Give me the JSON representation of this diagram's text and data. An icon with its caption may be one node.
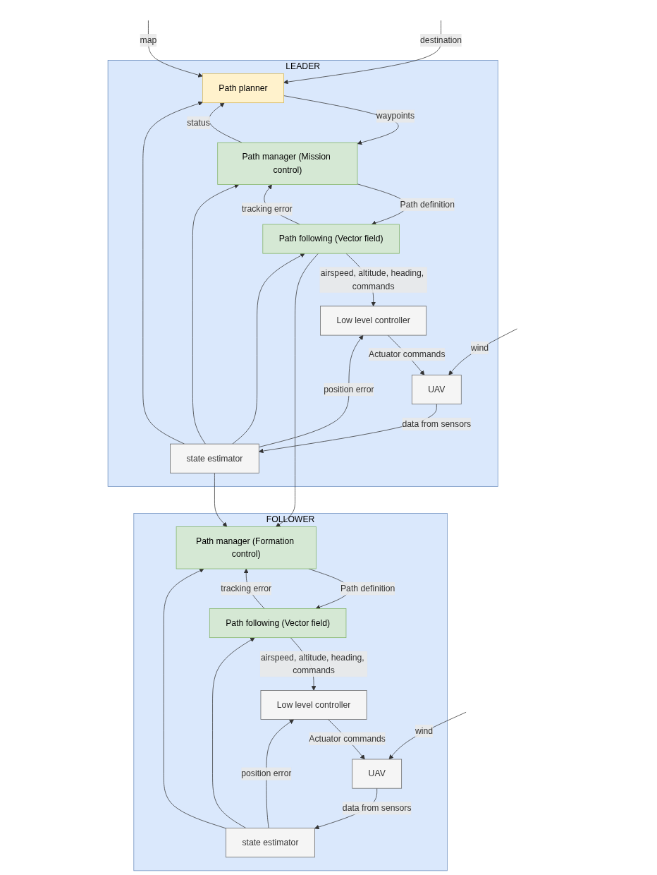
{
  "diagram": {
    "nodes": [
      {
        "text": [
          "LEADER"
        ]
      },
      {
        "text": [
          "Path planner"
        ],
        "in": 0
      },
      {
        "text": [
          "Path manager (Mission control)"
        ],
        "in": 0
      },
      {
        "text": [
          "Path following (Vector field)"
        ],
        "in": 0
      },
      {
        "text": [
          "Low level controller"
        ],
        "in": 0
      },
      {
        "text": [
          "UAV"
        ],
        "in": 0
      },
      {
        "text": [
          "state estimator"
        ],
        "in": 0
      },
      {
        "text": [
          "FOLLOWER"
        ]
      },
      {
        "text": [
          "Path manager (Formation control)"
        ],
        "in": 7
      },
      {
        "text": [
          "Path following (Vector field)"
        ],
        "in": 7
      },
      {
        "text": [
          "Low level controller"
        ],
        "in": 7
      },
      {
        "text": [
          "UAV"
        ],
        "in": 7
      },
      {
        "text": [
          "state estimator"
        ],
        "in": 7
      }
    ],
    "edges": [
      {
        "from": null,
        "to": 1,
        "arrow": "to",
        "label": "destination"
      },
      {
        "from": null,
        "to": 1,
        "arrow": "to",
        "label": "map"
      },
      {
        "from": 1,
        "to": 2,
        "arrow": "to",
        "label": "waypoints"
      },
      {
        "from": 2,
        "to": 1,
        "arrow": "to",
        "label": "status"
      },
      {
        "from": 2,
        "to": 3,
        "arrow": "to",
        "label": "Path definition"
      },
      {
        "from": 3,
        "to": 2,
        "arrow": "to",
        "label": "tracking error"
      },
      {
        "from": 3,
        "to": 4,
        "arrow": "to",
        "label": "airspeed, altitude, heading, commands"
      },
      {
        "from": 3,
        "to": 8,
        "arrow": "to"
      },
      {
        "from": 4,
        "to": 5,
        "arrow": "to",
        "label": "Actuator commands"
      },
      {
        "from": null,
        "to": 5,
        "arrow": "to",
        "label": "wind"
      },
      {
        "from": 5,
        "to": 6,
        "arrow": "to",
        "label": "data from sensors"
      },
      {
        "from": 6,
        "to": 1,
        "arrow": "to"
      },
      {
        "from": 6,
        "to": 2,
        "arrow": "to"
      },
      {
        "from": 6,
        "to": 3,
        "arrow": "to"
      },
      {
        "from": 6,
        "to": 4,
        "arrow": "to",
        "label": "position error"
      },
      {
        "from": 6,
        "to": 8,
        "arrow": "to"
      },
      {
        "from": 8,
        "to": 9,
        "arrow": "to",
        "label": "Path definition"
      },
      {
        "from": 9,
        "to": 8,
        "arrow": "to",
        "label": "tracking error"
      },
      {
        "from": 9,
        "to": 10,
        "arrow": "to",
        "label": "airspeed, altitude, heading, commands"
      },
      {
        "from": 10,
        "to": 11,
        "arrow": "to",
        "label": "Actuator commands"
      },
      {
        "from": null,
        "to": 11,
        "arrow": "to",
        "label": "wind"
      },
      {
        "from": 11,
        "to": 12,
        "arrow": "to",
        "label": "data from sensors"
      },
      {
        "from": 12,
        "to": 8,
        "arrow": "to"
      },
      {
        "from": 12,
        "to": 9,
        "arrow": "to"
      },
      {
        "from": 12,
        "to": 10,
        "arrow": "to",
        "label": "position error"
      }
    ]
  }
}
